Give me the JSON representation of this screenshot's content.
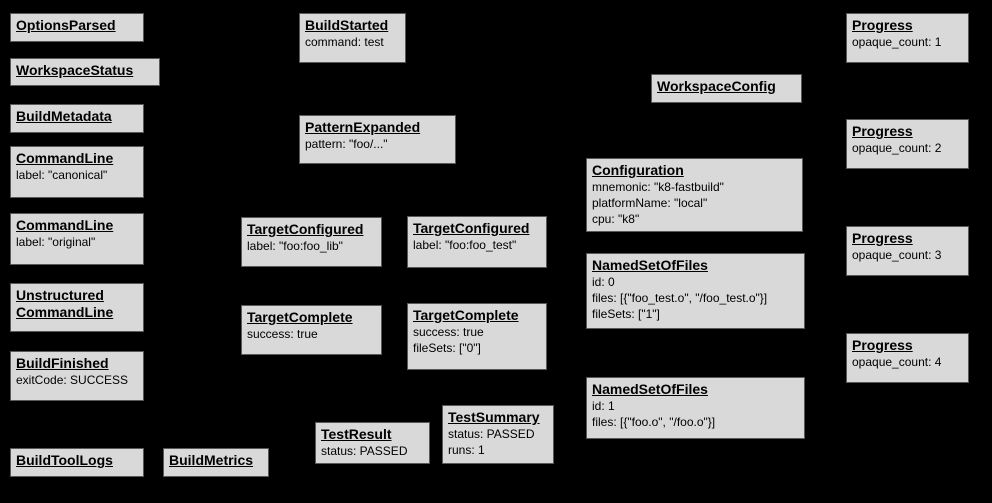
{
  "diagram": {
    "description": "Build event protocol event graph",
    "background_color": "#000000",
    "box_fill_color": "#d9d9d9",
    "box_border_color": "#595959",
    "text_color": "#000000"
  },
  "boxes": {
    "options_parsed": {
      "title": "OptionsParsed",
      "fields": []
    },
    "workspace_status": {
      "title": "WorkspaceStatus",
      "fields": []
    },
    "build_metadata": {
      "title": "BuildMetadata",
      "fields": []
    },
    "command_line_canonical": {
      "title": "CommandLine",
      "fields": [
        "label: \"canonical\""
      ]
    },
    "command_line_original": {
      "title": "CommandLine",
      "fields": [
        "label: \"original\""
      ]
    },
    "unstructured_command_line": {
      "title": "Unstructured\nCommandLine",
      "fields": []
    },
    "build_finished": {
      "title": "BuildFinished",
      "fields": [
        "exitCode: SUCCESS"
      ]
    },
    "build_tool_logs": {
      "title": "BuildToolLogs",
      "fields": []
    },
    "build_metrics": {
      "title": "BuildMetrics",
      "fields": []
    },
    "build_started": {
      "title": "BuildStarted",
      "fields": [
        "command: test"
      ]
    },
    "pattern_expanded": {
      "title": "PatternExpanded",
      "fields": [
        "pattern: \"foo/...\""
      ]
    },
    "target_configured_lib": {
      "title": "TargetConfigured",
      "fields": [
        "label: \"foo:foo_lib\""
      ]
    },
    "target_configured_test": {
      "title": "TargetConfigured",
      "fields": [
        "label: \"foo:foo_test\""
      ]
    },
    "target_complete_lib": {
      "title": "TargetComplete",
      "fields": [
        "success: true"
      ]
    },
    "target_complete_test": {
      "title": "TargetComplete",
      "fields": [
        "success: true",
        "fileSets: [\"0\"]"
      ]
    },
    "test_result": {
      "title": "TestResult",
      "fields": [
        "status: PASSED"
      ]
    },
    "test_summary": {
      "title": "TestSummary",
      "fields": [
        "status: PASSED",
        "runs: 1"
      ]
    },
    "workspace_config": {
      "title": "WorkspaceConfig",
      "fields": []
    },
    "configuration": {
      "title": "Configuration",
      "fields": [
        "mnemonic: \"k8-fastbuild\"",
        "platformName: \"local\"",
        "cpu: \"k8\""
      ]
    },
    "named_set_of_files_0": {
      "title": "NamedSetOfFiles",
      "fields": [
        "id: 0",
        "files: [{\"foo_test.o\", \"/foo_test.o\"}]",
        "fileSets: [\"1\"]"
      ]
    },
    "named_set_of_files_1": {
      "title": "NamedSetOfFiles",
      "fields": [
        "id: 1",
        "files: [{\"foo.o\", \"/foo.o\"}]"
      ]
    },
    "progress_1": {
      "title": "Progress",
      "fields": [
        "opaque_count: 1"
      ]
    },
    "progress_2": {
      "title": "Progress",
      "fields": [
        "opaque_count: 2"
      ]
    },
    "progress_3": {
      "title": "Progress",
      "fields": [
        "opaque_count: 3"
      ]
    },
    "progress_4": {
      "title": "Progress",
      "fields": [
        "opaque_count: 4"
      ]
    }
  }
}
